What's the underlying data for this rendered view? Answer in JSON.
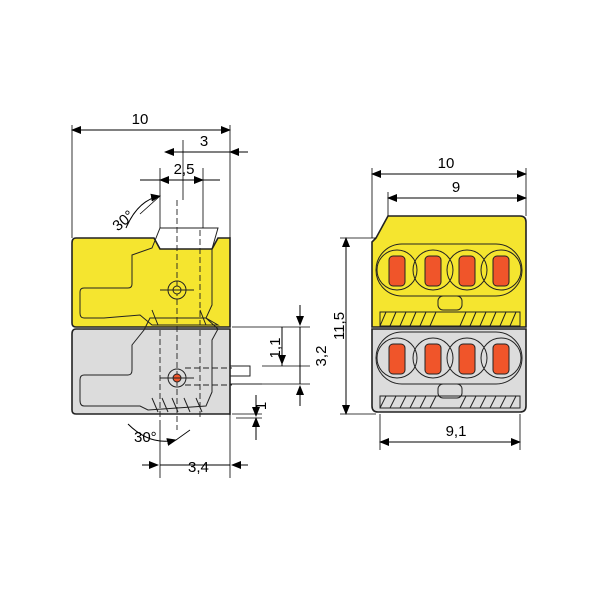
{
  "colors": {
    "yellow_body": "#F5E52F",
    "grey_body": "#DCDCDC",
    "light_panel": "#EEEEEE",
    "orange_lever": "#F0552A",
    "outline": "#222222"
  },
  "front_view": {
    "dim_overall_width": "10",
    "dim_entry_width": "2,5",
    "dim_offset": "3",
    "dim_angle_top": "30°",
    "dim_angle_bottom": "30°",
    "dim_lower_offset": "3,4",
    "dim_height_1": "1,1",
    "dim_height_2": "3,2",
    "dim_step": "1"
  },
  "side_view": {
    "dim_overall_width": "10",
    "dim_inner_width": "9",
    "dim_bottom_width": "9,1",
    "dim_height": "11,5",
    "yellow_slots": 4,
    "grey_slots": 4
  }
}
